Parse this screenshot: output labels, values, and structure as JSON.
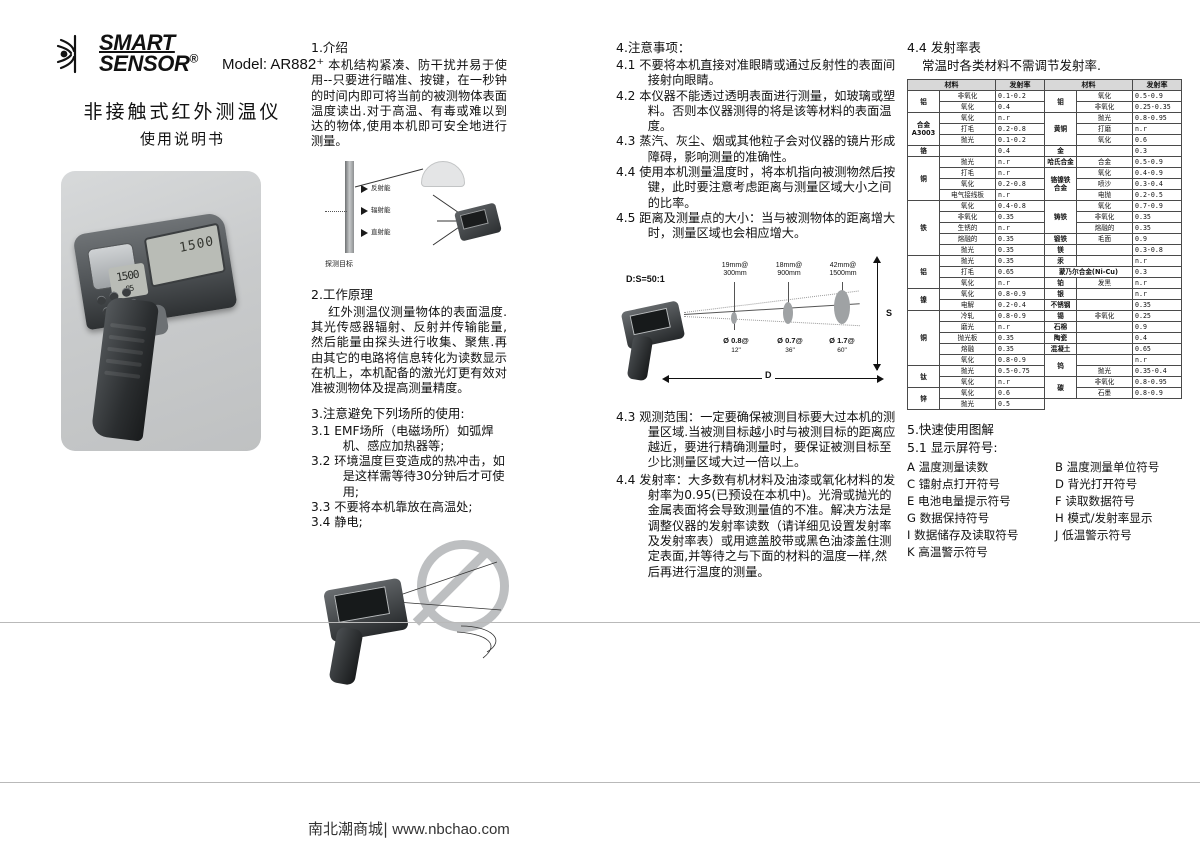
{
  "brand": {
    "logo_line1": "SMART",
    "logo_line2": "SENSOR",
    "registered": "®",
    "model": "Model: AR882⁺",
    "title_cn": "非接触式红外测温仪",
    "subtitle_cn": "使用说明书",
    "logo_icon": "signal-waves-icon"
  },
  "product_image": {
    "lcd_small_line1": "1500",
    "lcd_small_line2": "85",
    "lcd_big_value": "1500",
    "caption": "infrared-thermometer-photo"
  },
  "col2": {
    "s1_heading": "1.介绍",
    "s1_body": "本机结构紧凑、防干扰并易于使用--只要进行瞄准、按键，在一秒钟的时间内即可将当前的被测物体表面温度读出.对于高温、有毒或难以到达的物体,使用本机即可安全地进行测量。",
    "diagram1": {
      "label_reflected": "反射能",
      "label_emitted": "辐射能",
      "label_transmitted": "直射能",
      "caption": "探测目标"
    },
    "s2_heading": "2.工作原理",
    "s2_body": "红外测温仪测量物体的表面温度.其光传感器辐射、反射并传输能量,然后能量由探头进行收集、聚焦.再由其它的电路将信息转化为读数显示在机上，本机配备的激光灯更有效对准被测物体及提高测量精度。",
    "s3_heading": "3.注意避免下列场所的使用:",
    "s3_items": [
      "3.1 EMF场所（电磁场所）如弧焊机、感应加热器等;",
      "3.2 环境温度巨变造成的热冲击，如是这样需等待30分钟后才可使用;",
      "3.3 不要将本机靠放在高温处;",
      "3.4 静电;"
    ]
  },
  "col3": {
    "s4_heading": "4.注意事项：",
    "s4_items": [
      "4.1 不要将本机直接对准眼睛或通过反射性的表面间接射向眼睛。",
      "4.2 本仪器不能透过透明表面进行测量，如玻璃或塑料。否则本仪器测得的将是该等材料的表面温度。",
      "4.3 蒸汽、灰尘、烟或其他粒子会对仪器的镜片形成障碍，影响测量的准确性。",
      "4.4 使用本机测量温度时，将本机指向被测物然后按键，此时要注意考虑距离与测量区域大小之间的比率。",
      "4.5 距离及测量点的大小：当与被测物体的距离增大时，测量区域也会相应增大。"
    ],
    "ds_diagram": {
      "ratio": "D:S=50:1",
      "top_labels": [
        "19mm@\n300mm",
        "18mm@\n900mm",
        "42mm@\n1500mm"
      ],
      "bottom_labels": [
        {
          "dia": "Ø 0.8@",
          "ang": "12\""
        },
        {
          "dia": "Ø 0.7@",
          "ang": "36\""
        },
        {
          "dia": "Ø 1.7@",
          "ang": "60\""
        }
      ],
      "axis_s": "S",
      "axis_d": "D"
    },
    "s43_text": "4.3 观测范围：一定要确保被测目标要大过本机的测量区域.当被测目标越小时与被测目标的距离应越近，要进行精确测量时，要保证被测目标至少比测量区域大过一倍以上。",
    "s44_text": "4.4 发射率：大多数有机材料及油漆或氧化材料的发射率为0.95(已预设在本机中)。光滑或抛光的金属表面将会导致测量值的不准。解决方法是调整仪器的发射率读数（请详细见设置发射率及发射率表）或用遮盖胶带或黑色油漆盖住测定表面,并等待之与下面的材料的温度一样,然后再进行温度的测量。"
  },
  "col4": {
    "s44_heading": "4.4 发射率表",
    "s44_sub": "常温时各类材料不需调节发射率.",
    "table": {
      "headers": [
        "材料",
        "发射率",
        "材料",
        "发射率"
      ],
      "left_rows": [
        {
          "mat": "铝",
          "rowspan": 2,
          "sub": "非氧化",
          "val": "0.1-0.2"
        },
        {
          "sub": "氧化",
          "val": "0.4"
        },
        {
          "mat": "合金\nA3003",
          "rowspan": 3,
          "sub": "氧化",
          "val": "n.r"
        },
        {
          "sub": "打毛",
          "val": "0.2-0.8"
        },
        {
          "sub": "抛光",
          "val": "0.1-0.2"
        },
        {
          "mat": "铬",
          "rowspan": 1,
          "sub": "",
          "val": "0.4"
        },
        {
          "mat": "铜",
          "rowspan": 4,
          "sub": "抛光",
          "val": "n.r"
        },
        {
          "sub": "打毛",
          "val": "n.r"
        },
        {
          "sub": "氧化",
          "val": "0.2-0.8"
        },
        {
          "sub": "电气接线板",
          "val": "n.r"
        },
        {
          "mat": "铁",
          "rowspan": 5,
          "sub": "氧化",
          "val": "0.4-0.8"
        },
        {
          "sub": "非氧化",
          "val": "0.35"
        },
        {
          "sub": "生锈的",
          "val": "n.r"
        },
        {
          "sub": "熔融的",
          "val": "0.35"
        },
        {
          "sub": "抛光",
          "val": "0.35"
        },
        {
          "mat": "铝",
          "rowspan": 3,
          "sub": "抛光",
          "val": "0.35"
        },
        {
          "sub": "打毛",
          "val": "0.65"
        },
        {
          "sub": "氧化",
          "val": "n.r"
        },
        {
          "mat": "镍",
          "rowspan": 2,
          "sub": "氧化",
          "val": "0.8-0.9"
        },
        {
          "sub": "电解",
          "val": "0.2-0.4"
        },
        {
          "mat": "铜",
          "rowspan": 5,
          "sub": "冷轧",
          "val": "0.8-0.9"
        },
        {
          "sub": "磨光",
          "val": "n.r"
        },
        {
          "sub": "抛光板",
          "val": "0.35"
        },
        {
          "sub": "熔融",
          "val": "0.35"
        },
        {
          "sub": "氧化",
          "val": "0.8-0.9"
        },
        {
          "mat": "钛",
          "rowspan": 2,
          "sub": "抛光",
          "val": "0.5-0.75"
        },
        {
          "sub": "氧化",
          "val": "n.r"
        },
        {
          "mat": "锌",
          "rowspan": 2,
          "sub": "氧化",
          "val": "0.6"
        },
        {
          "sub": "抛光",
          "val": "0.5"
        }
      ],
      "right_rows": [
        {
          "mat": "钼",
          "rowspan": 2,
          "sub": "氧化",
          "val": "0.5-0.9"
        },
        {
          "sub": "非氧化",
          "val": "0.25-0.35"
        },
        {
          "mat": "黄铜",
          "rowspan": 3,
          "sub": "抛光",
          "val": "0.8-0.95"
        },
        {
          "sub": "打磨",
          "val": "n.r"
        },
        {
          "sub": "氧化",
          "val": "0.6"
        },
        {
          "mat": "金",
          "rowspan": 1,
          "sub": "",
          "val": "0.3"
        },
        {
          "mat": "哈氏合金",
          "rowspan": 1,
          "sub": "合金",
          "val": "0.5-0.9"
        },
        {
          "mat": "铬镍铁\n合金",
          "rowspan": 3,
          "sub": "氧化",
          "val": "0.4-0.9"
        },
        {
          "sub": "喷沙",
          "val": "0.3-0.4"
        },
        {
          "sub": "电抛",
          "val": "0.2-0.5"
        },
        {
          "mat": "铸铁",
          "rowspan": 3,
          "sub": "氧化",
          "val": "0.7-0.9"
        },
        {
          "sub": "非氧化",
          "val": "0.35"
        },
        {
          "sub": "熔融的",
          "val": "0.35"
        },
        {
          "mat": "锻铁",
          "rowspan": 1,
          "sub": "毛面",
          "val": "0.9"
        },
        {
          "mat": "镁",
          "rowspan": 1,
          "sub": "",
          "val": "0.3-0.8"
        },
        {
          "mat": "汞",
          "rowspan": 1,
          "sub": "",
          "val": "n.r"
        },
        {
          "mat": "蒙乃尔合金(Ni-Cu)",
          "rowspan": 1,
          "sub": "",
          "val": "0.3",
          "wide": true
        },
        {
          "mat": "铂",
          "rowspan": 1,
          "sub": "发黑",
          "val": "n.r"
        },
        {
          "mat": "银",
          "rowspan": 1,
          "sub": "",
          "val": "n.r"
        },
        {
          "mat": "不锈钢",
          "rowspan": 1,
          "sub": "",
          "val": "0.35"
        },
        {
          "mat": "锡",
          "rowspan": 1,
          "sub": "非氧化",
          "val": "0.25"
        },
        {
          "mat": "石棉",
          "rowspan": 1,
          "sub": "",
          "val": "0.9"
        },
        {
          "mat": "陶瓷",
          "rowspan": 1,
          "sub": "",
          "val": "0.4"
        },
        {
          "mat": "混凝土",
          "rowspan": 1,
          "sub": "",
          "val": "0.65"
        },
        {
          "mat": "钨",
          "rowspan": 2,
          "sub": "",
          "val": "n.r"
        },
        {
          "sub": "抛光",
          "val": "0.35-0.4"
        },
        {
          "mat": "碳",
          "rowspan": 2,
          "sub": "非氧化",
          "val": "0.8-0.95"
        },
        {
          "sub": "石墨",
          "val": "0.8-0.9"
        }
      ]
    },
    "s5_heading": "5.快速使用图解",
    "s51_heading": "5.1 显示屏符号:",
    "symbols": [
      "A 温度测量读数",
      "B 温度测量单位符号",
      "C 镭射点打开符号",
      "D 背光打开符号",
      "E 电池电量提示符号",
      "F 读取数据符号",
      "G 数据保持符号",
      "H 模式/发射率显示",
      "I 数据储存及读取符号",
      "J 低温警示符号",
      "K 高温警示符号",
      ""
    ]
  },
  "footer": {
    "shop": "南北潮商城|",
    "url": " www.nbchao.com"
  }
}
